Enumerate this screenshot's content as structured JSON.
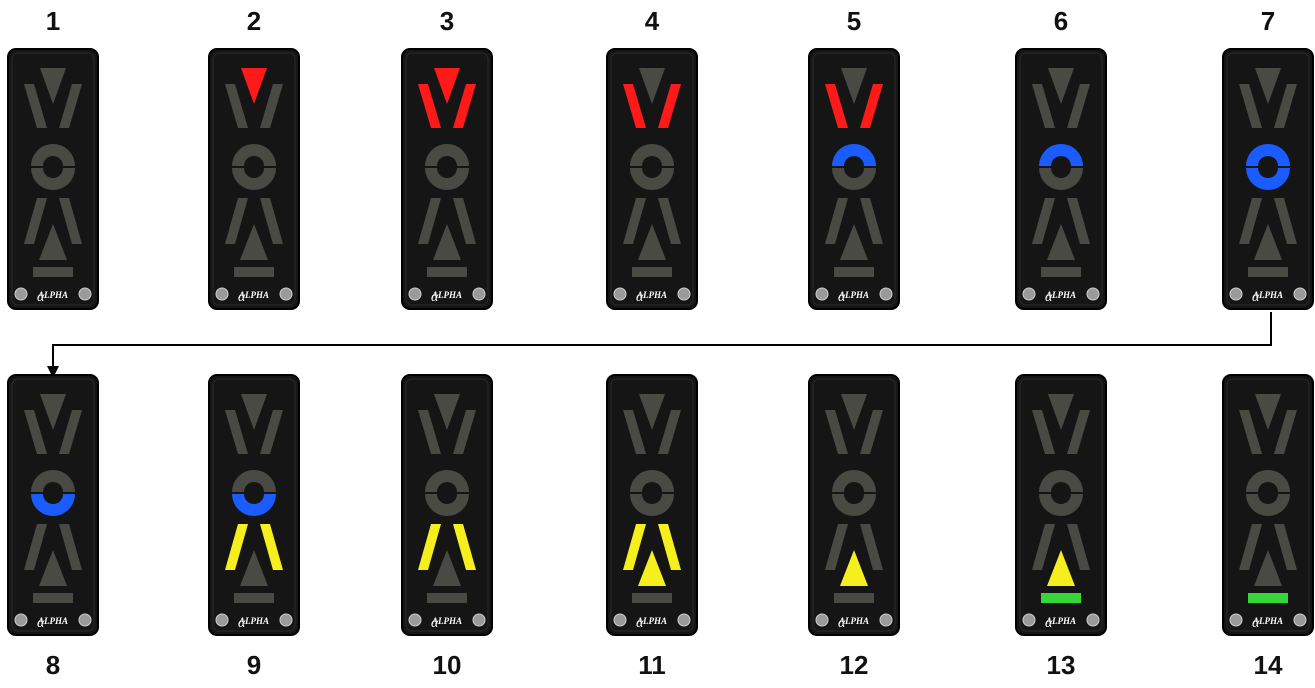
{
  "colors": {
    "off": "#4a4a45",
    "red": "#ff1a1a",
    "blue": "#1a5cff",
    "yellow": "#f5ef1e",
    "green": "#37d637",
    "body": "#151515"
  },
  "brand": "ALPHA",
  "units": [
    {
      "label": "1",
      "lit": {}
    },
    {
      "label": "2",
      "lit": {
        "top": "red"
      }
    },
    {
      "label": "3",
      "lit": {
        "top": "red",
        "v_left": "red",
        "v_right": "red"
      }
    },
    {
      "label": "4",
      "lit": {
        "v_left": "red",
        "v_right": "red"
      }
    },
    {
      "label": "5",
      "lit": {
        "v_left": "red",
        "v_right": "red",
        "ring_top": "blue"
      }
    },
    {
      "label": "6",
      "lit": {
        "ring_top": "blue"
      }
    },
    {
      "label": "7",
      "lit": {
        "ring_top": "blue",
        "ring_bottom": "blue"
      }
    },
    {
      "label": "8",
      "lit": {
        "ring_bottom": "blue"
      }
    },
    {
      "label": "9",
      "lit": {
        "ring_bottom": "blue",
        "a_left": "yellow",
        "a_right": "yellow"
      }
    },
    {
      "label": "10",
      "lit": {
        "a_left": "yellow",
        "a_right": "yellow"
      }
    },
    {
      "label": "11",
      "lit": {
        "a_left": "yellow",
        "a_right": "yellow",
        "up": "yellow"
      }
    },
    {
      "label": "12",
      "lit": {
        "up": "yellow"
      }
    },
    {
      "label": "13",
      "lit": {
        "up": "yellow",
        "bar": "green"
      }
    },
    {
      "label": "14",
      "lit": {
        "bar": "green"
      }
    }
  ]
}
